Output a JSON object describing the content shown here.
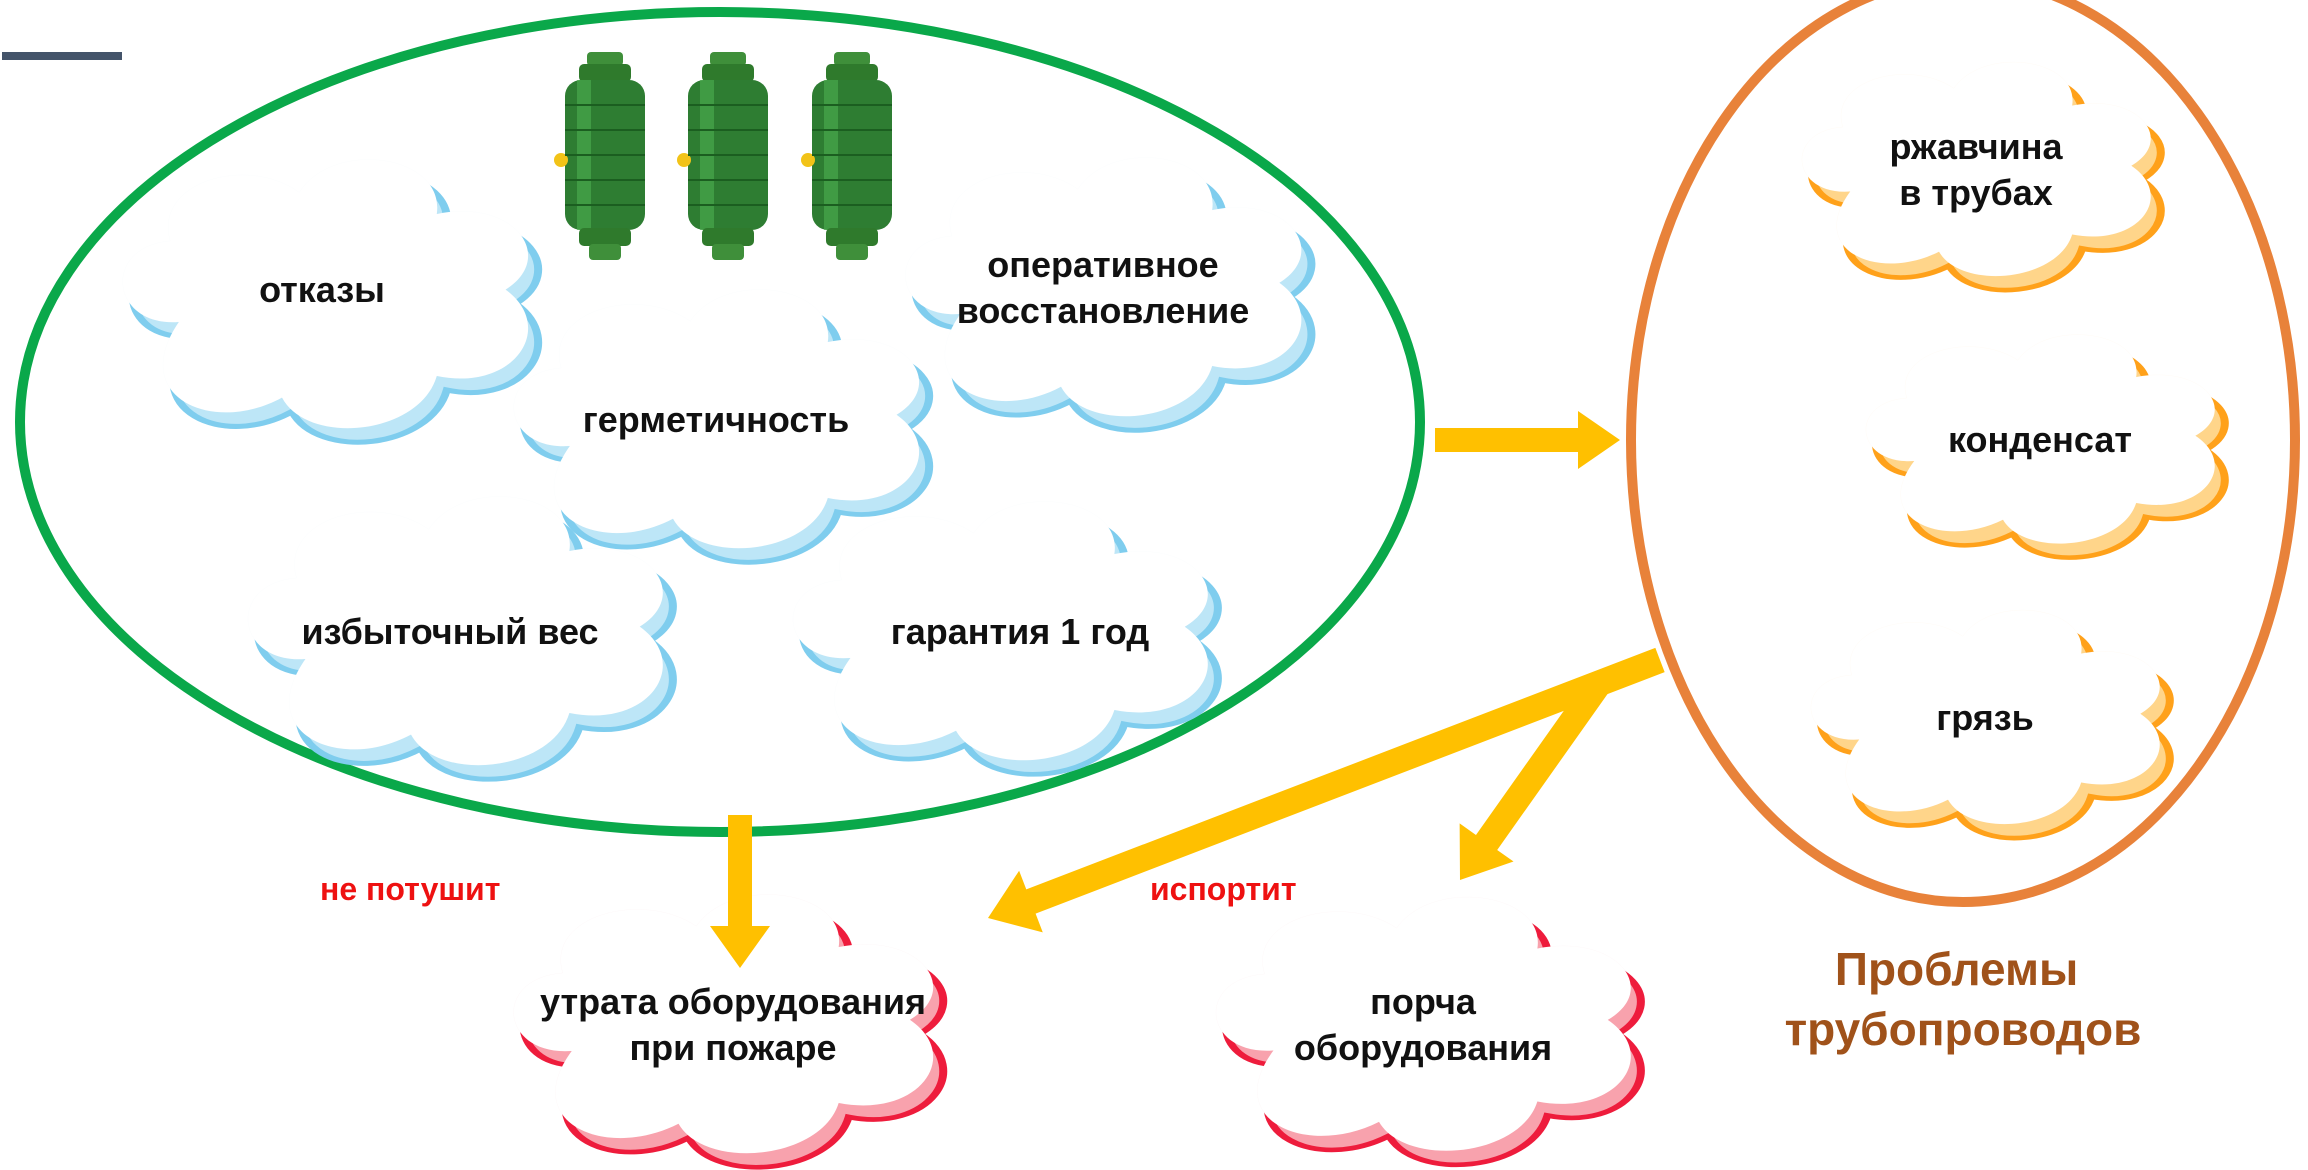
{
  "colors": {
    "left_ellipse": "#0aa84a",
    "right_ellipse": "#e8823a",
    "arrow": "#ffc000",
    "blue_cloud_fill": "#ffffff",
    "blue_cloud_stroke": "#7fcdee",
    "blue_cloud_shade": "#bde6f7",
    "orange_cloud_stroke": "#ffa11a",
    "orange_cloud_shade": "#ffd58a",
    "red_cloud_stroke": "#ee1c3c",
    "red_cloud_shade": "#f8a2ad",
    "red_text": "#ee1111",
    "caption_text": "#a0521a",
    "dash": "#44546a",
    "device_body": "#2e7d32"
  },
  "left_group": {
    "device_icon": "green-filter-device-icon",
    "clouds": [
      {
        "id": "otkazy",
        "lines": [
          "отказы"
        ]
      },
      {
        "id": "operativnoe",
        "lines": [
          "оперативное",
          "восстановление"
        ]
      },
      {
        "id": "germetichnost",
        "lines": [
          "герметичность"
        ]
      },
      {
        "id": "izbytochny",
        "lines": [
          "избыточный вес"
        ]
      },
      {
        "id": "garantiya",
        "lines": [
          "гарантия 1 год"
        ]
      }
    ]
  },
  "right_group": {
    "caption": [
      "Проблемы",
      "трубопроводов"
    ],
    "clouds": [
      {
        "id": "rzhavchina",
        "lines": [
          "ржавчина",
          "в трубах"
        ]
      },
      {
        "id": "kondensat",
        "lines": [
          "конденсат"
        ]
      },
      {
        "id": "gryaz",
        "lines": [
          "грязь"
        ]
      }
    ]
  },
  "outcomes": {
    "clouds": [
      {
        "id": "utrata",
        "lines": [
          "утрата оборудования",
          "при пожаре"
        ]
      },
      {
        "id": "porcha",
        "lines": [
          "порча",
          "оборудования"
        ]
      }
    ],
    "labels": {
      "ne_potushit": "не потушит",
      "isportit": "испортит"
    }
  }
}
